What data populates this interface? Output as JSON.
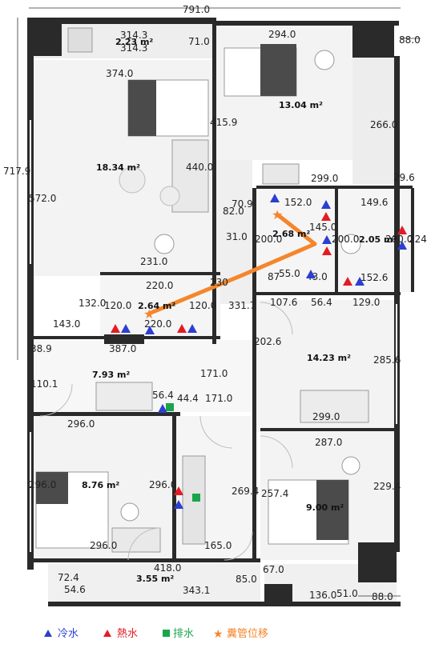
{
  "colors": {
    "cold_water": "#2b3fd0",
    "hot_water": "#e21c24",
    "drain": "#1aa54a",
    "toilet_move": "#f5862b",
    "wall": "#2a2a2a",
    "floor": "#f2f2f2"
  },
  "overall": {
    "width_label": "791.0",
    "height_label": "717.9",
    "right_top_label": "88.0"
  },
  "areas": {
    "master_bedroom": "18.34 m²",
    "bedroom_ne": "13.04 m²",
    "living": "14.23 m²",
    "hall": "7.93 m²",
    "bedroom_sw": "8.76 m²",
    "bedroom_se": "9.00 m²",
    "balcony": "3.55 m²",
    "bath_a": "2.64 m²",
    "bath_b": "2.68 m²",
    "bath_c": "2.05 m²",
    "top_small": "2.23 m²"
  },
  "dims": {
    "d01": "314.3",
    "d02": "314.3",
    "d03": "71.0",
    "d04": "294.0",
    "d05": "374.0",
    "d06": "415.9",
    "d07": "266.0",
    "d08": "572.0",
    "d09": "440.0",
    "d10": "299.0",
    "d11": "29.6",
    "d12": "70.9",
    "d13": "152.0",
    "d14": "149.6",
    "d15": "82.0",
    "d16": "145.0",
    "d17": "31.0",
    "d18": "200.0",
    "d19": "200.0",
    "d20": "200.0",
    "d21": "224",
    "d22": "231.0",
    "d23": "87",
    "d24": "55.0",
    "d25": "43.0",
    "d26": "152.6",
    "d27": "220.0",
    "d28": "230",
    "d29": "132.0",
    "d30": "120.0",
    "d31": "120.0",
    "d32": "331.7",
    "d33": "107.6",
    "d34": "56.4",
    "d35": "129.0",
    "d36": "143.0",
    "d37": "220.0",
    "d38": "38.9",
    "d39": "387.0",
    "d40": "202.6",
    "d41": "285.6",
    "d42": "110.1",
    "d43": "171.0",
    "d44": "56.4",
    "d45": "44.4",
    "d46": "171.0",
    "d47": "296.0",
    "d48": "299.0",
    "d49": "287.0",
    "d50": "296.0",
    "d51": "296.0",
    "d52": "269.4",
    "d53": "257.4",
    "d54": "229.4",
    "d55": "296.0",
    "d56": "165.0",
    "d57": "418.0",
    "d58": "67.0",
    "d59": "72.4",
    "d60": "85.0",
    "d61": "54.6",
    "d62": "343.1",
    "d63": "136.0",
    "d64": "51.0",
    "d65": "88.0"
  },
  "legend": {
    "cold": "冷水",
    "hot": "熱水",
    "drain": "排水",
    "toilet": "糞管位移"
  }
}
